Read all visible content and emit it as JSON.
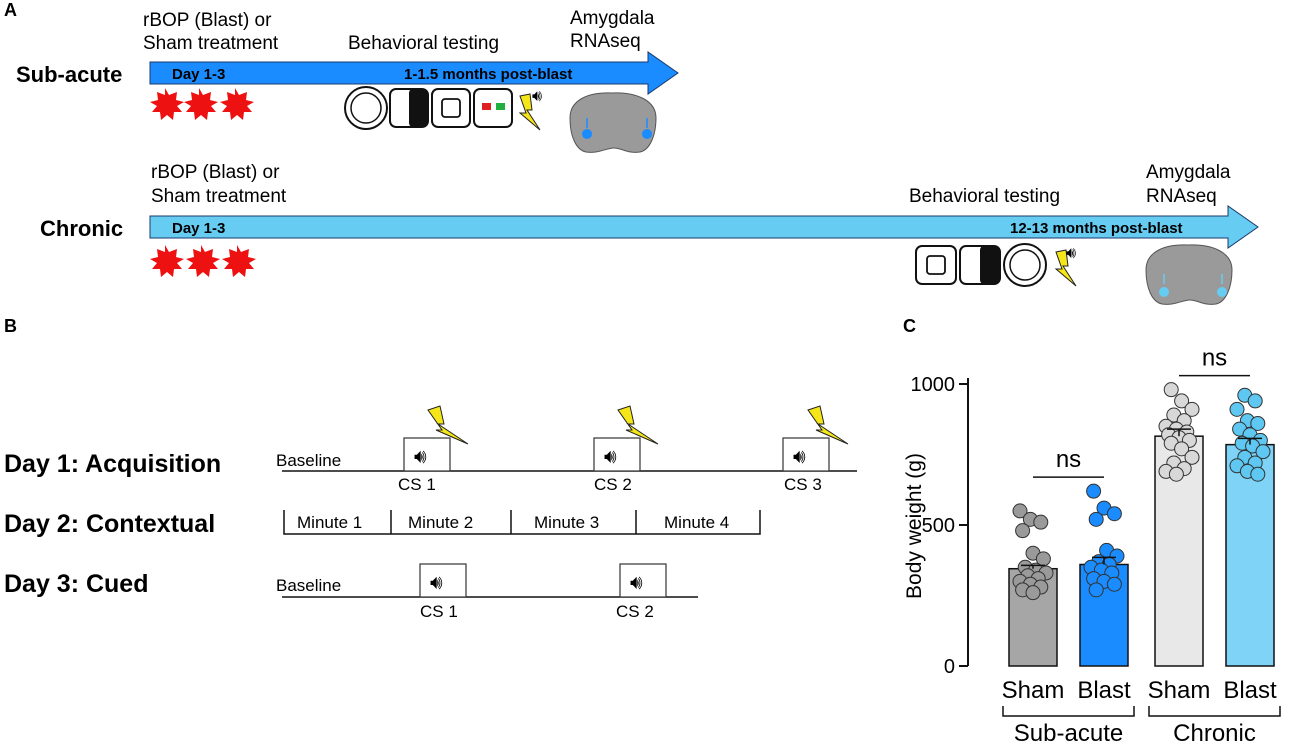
{
  "panel_a": {
    "label": "A",
    "subacute": {
      "row_label": "Sub-acute",
      "treatment_line1": "rBOP (Blast) or",
      "treatment_line2": "Sham treatment",
      "behavior": "Behavioral testing",
      "amygdala_line1": "Amygdala",
      "amygdala_line2": "RNAseq",
      "arrow_days": "Day 1-3",
      "arrow_post": "1-1.5 months post-blast",
      "arrow_color": "#1a8cff"
    },
    "chronic": {
      "row_label": "Chronic",
      "treatment_line1": "rBOP (Blast) or",
      "treatment_line2": "Sham treatment",
      "behavior": "Behavioral testing",
      "amygdala_line1": "Amygdala",
      "amygdala_line2": "RNAseq",
      "arrow_days": "Day 1-3",
      "arrow_post": "12-13 months post-blast",
      "arrow_color": "#66ccf2"
    },
    "blast_color": "#ee1111",
    "shock_color": "#f5e61a",
    "brain_color": "#9a9a9a"
  },
  "panel_b": {
    "label": "B",
    "day1": {
      "title": "Day 1: Acquisition",
      "baseline": "Baseline",
      "cs": [
        "CS 1",
        "CS 2",
        "CS 3"
      ]
    },
    "day2": {
      "title": "Day 2: Contextual",
      "minutes": [
        "Minute 1",
        "Minute 2",
        "Minute 3",
        "Minute 4"
      ]
    },
    "day3": {
      "title": "Day 3: Cued",
      "baseline": "Baseline",
      "cs": [
        "CS 1",
        "CS 2"
      ]
    }
  },
  "panel_c": {
    "label": "C",
    "chart_data": {
      "type": "bar",
      "ylabel": "Body weight (g)",
      "ylim": [
        0,
        1000
      ],
      "yticks": [
        0,
        500,
        1000
      ],
      "categories": [
        "Sham",
        "Blast",
        "Sham",
        "Blast"
      ],
      "groups": [
        {
          "label": "Sub-acute",
          "categories": [
            "Sham",
            "Blast"
          ]
        },
        {
          "label": "Chronic",
          "categories": [
            "Sham",
            "Blast"
          ]
        }
      ],
      "values": [
        345,
        360,
        815,
        785
      ],
      "sem": [
        12,
        25,
        25,
        22
      ],
      "bar_colors": [
        "#a6a6a6",
        "#1a8cff",
        "#e8e8e8",
        "#7fd3f7"
      ],
      "point_colors": [
        "#9a9a9a",
        "#1a8cff",
        "#d8d8d8",
        "#5ec8f2"
      ],
      "points": [
        [
          550,
          520,
          510,
          480,
          400,
          380,
          350,
          340,
          330,
          320,
          310,
          300,
          290,
          280,
          270,
          260
        ],
        [
          620,
          560,
          540,
          520,
          410,
          390,
          370,
          360,
          350,
          340,
          330,
          310,
          300,
          290,
          270
        ],
        [
          980,
          940,
          910,
          890,
          870,
          850,
          840,
          830,
          820,
          810,
          800,
          790,
          770,
          740,
          720,
          700,
          690,
          680
        ],
        [
          960,
          940,
          910,
          870,
          860,
          840,
          820,
          800,
          790,
          780,
          760,
          740,
          720,
          710,
          690,
          680
        ]
      ],
      "comparisons": [
        {
          "between": [
            0,
            1
          ],
          "text": "ns"
        },
        {
          "between": [
            2,
            3
          ],
          "text": "ns"
        }
      ]
    }
  }
}
